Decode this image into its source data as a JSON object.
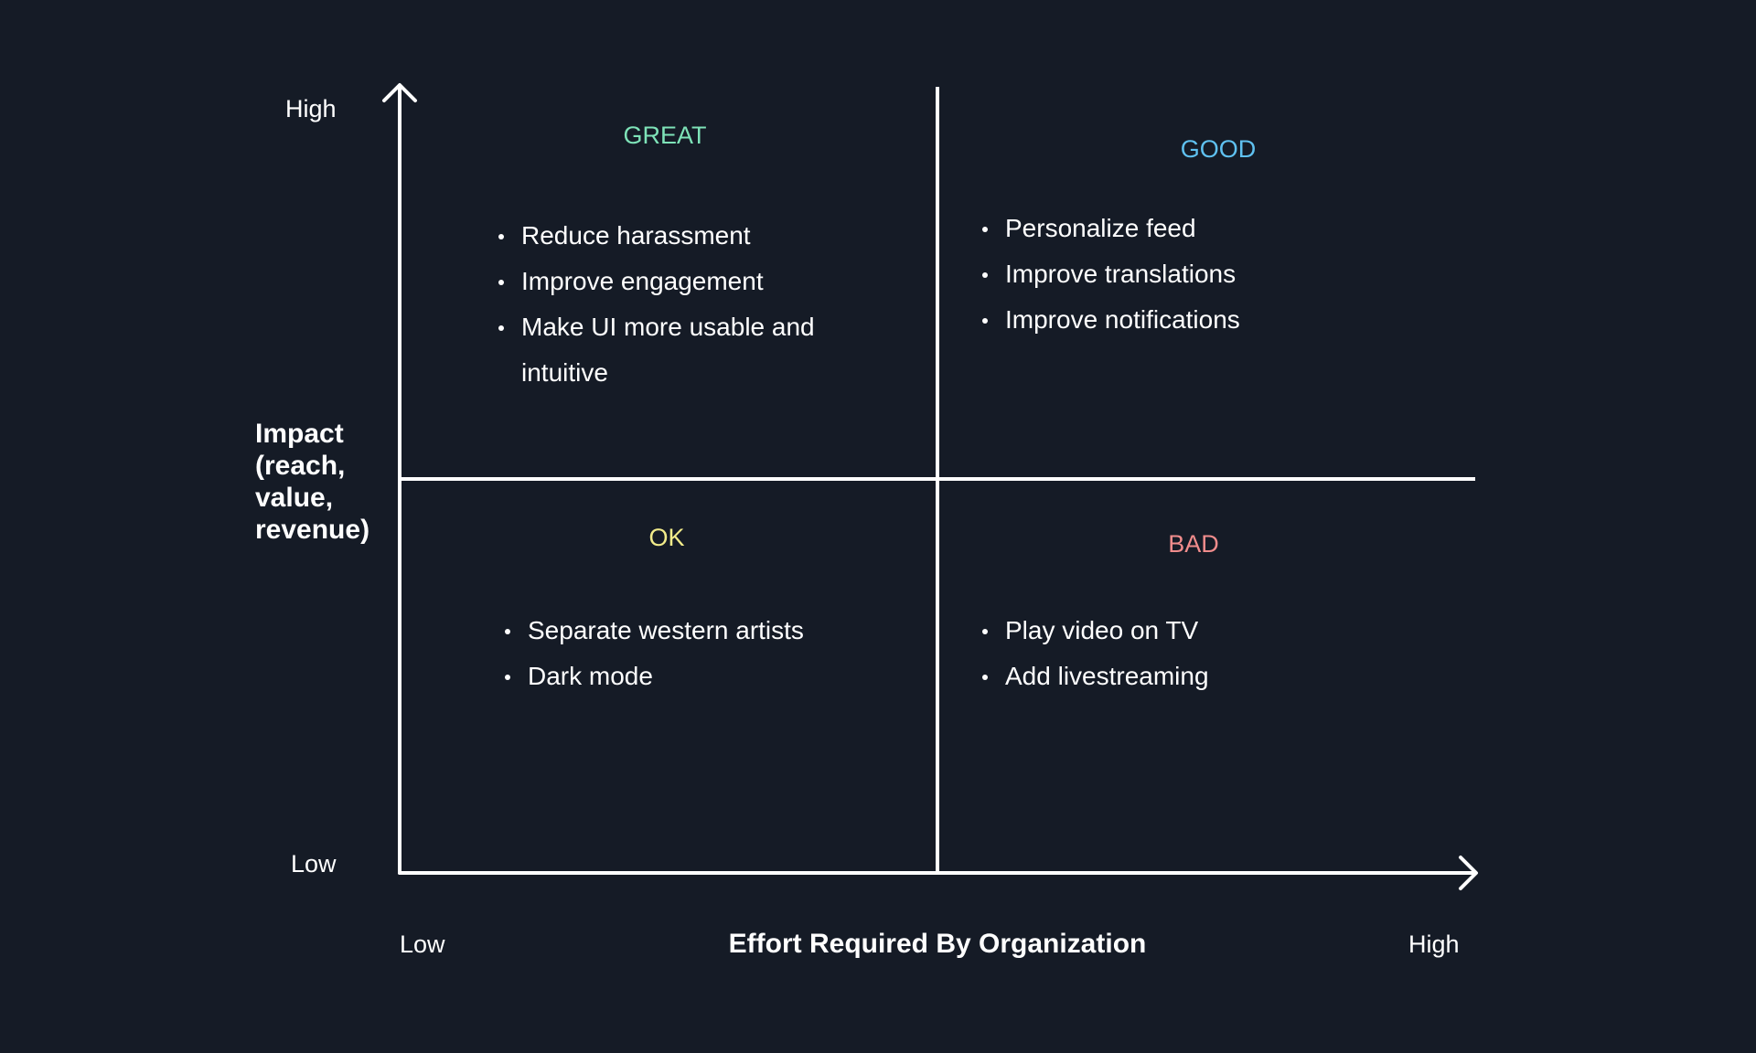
{
  "colors": {
    "background": "#151b26",
    "axis": "#ffffff",
    "great": "#7ee3b8",
    "good": "#5fc1f0",
    "ok": "#f2ec8a",
    "bad": "#f08c8c"
  },
  "axes": {
    "y_title_lines": [
      "Impact",
      "(reach,",
      "value,",
      "revenue)"
    ],
    "y_high": "High",
    "y_low": "Low",
    "x_title": "Effort Required By Organization",
    "x_low": "Low",
    "x_high": "High"
  },
  "quadrants": {
    "great": {
      "title": "GREAT",
      "items": [
        "Reduce harassment",
        "Improve engagement",
        "Make UI more usable and intuitive"
      ]
    },
    "good": {
      "title": "GOOD",
      "items": [
        "Personalize feed",
        "Improve translations",
        "Improve notifications"
      ]
    },
    "ok": {
      "title": "OK",
      "items": [
        "Separate western artists",
        "Dark mode"
      ]
    },
    "bad": {
      "title": "BAD",
      "items": [
        "Play video on TV",
        "Add livestreaming"
      ]
    }
  }
}
